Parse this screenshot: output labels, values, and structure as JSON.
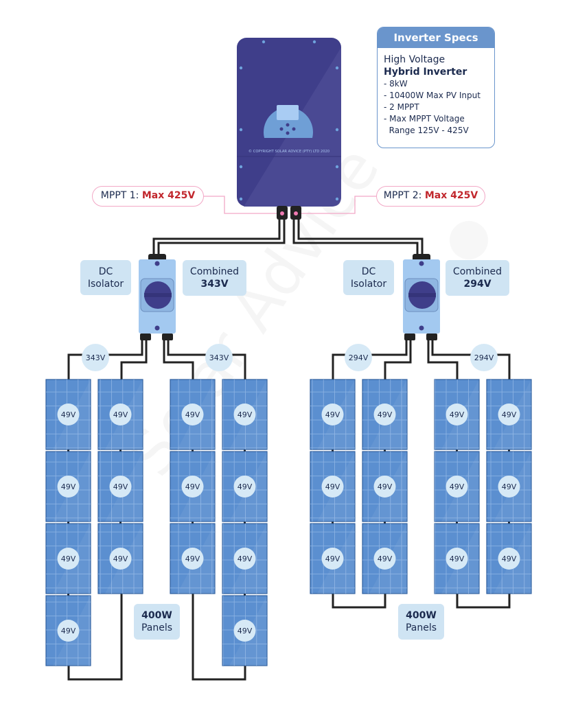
{
  "inverter": {
    "copyright": "© COPYRIGHT SOLAR ADVICE (PTY) LTD 2020",
    "body_color": "#3f3e8a",
    "screen_color": "#6f9fd6"
  },
  "specs": {
    "title": "Inverter Specs",
    "line1": "High Voltage",
    "line2": "Hybrid Inverter",
    "items": [
      "- 8kW",
      "- 10400W Max PV Input",
      "- 2 MPPT",
      "- Max MPPT Voltage",
      "  Range 125V - 425V"
    ]
  },
  "mppt": [
    {
      "prefix": "MPPT 1: ",
      "value": "Max 425V"
    },
    {
      "prefix": "MPPT 2: ",
      "value": "Max 425V"
    }
  ],
  "isolators": [
    {
      "label_line1": "DC",
      "label_line2": "Isolator",
      "combined_label": "Combined",
      "combined_value": "343V"
    },
    {
      "label_line1": "DC",
      "label_line2": "Isolator",
      "combined_label": "Combined",
      "combined_value": "294V"
    }
  ],
  "strings": [
    {
      "voltage": "343V",
      "panels": 7
    },
    {
      "voltage": "343V",
      "panels": 7
    },
    {
      "voltage": "294V",
      "panels": 6
    },
    {
      "voltage": "294V",
      "panels": 6
    }
  ],
  "panel_voltage": "49V",
  "panel_labels": [
    {
      "line1": "400W",
      "line2": "Panels"
    },
    {
      "line1": "400W",
      "line2": "Panels"
    }
  ],
  "watermark": "Solar Advice",
  "colors": {
    "accent_red": "#c1272d",
    "panel_blue": "#5b8fd0",
    "tag_bg": "#cfe4f3",
    "spec_blue": "#6a95cc",
    "mppt_pink": "#f2a8c6"
  }
}
